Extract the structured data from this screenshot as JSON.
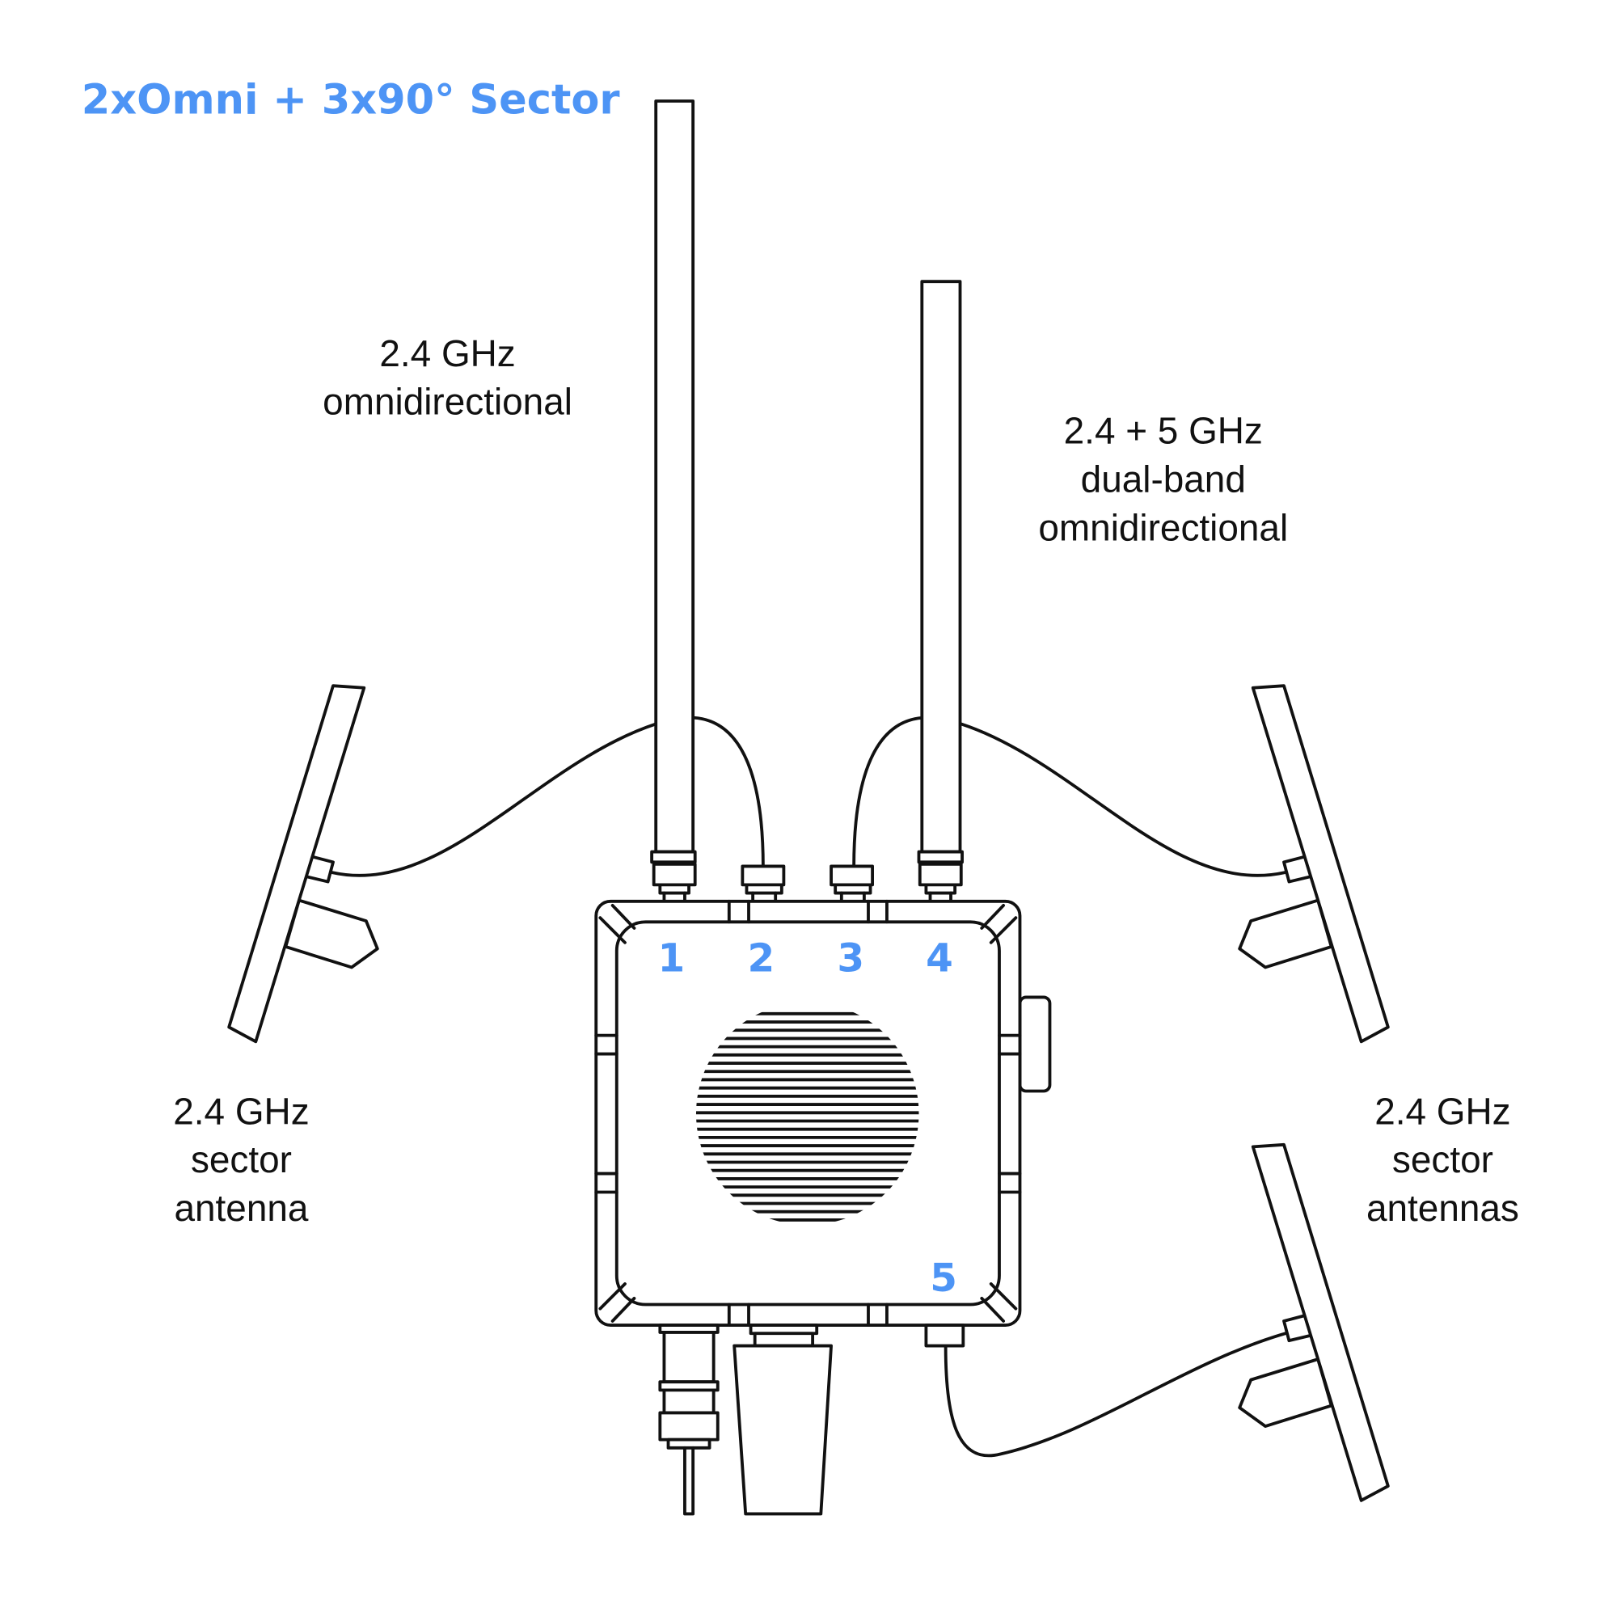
{
  "title": "2xOmni + 3x90° Sector",
  "accent_color": "#4D94F5",
  "labels": {
    "omni_24": [
      "2.4 GHz",
      "omnidirectional"
    ],
    "omni_dual": [
      "2.4 + 5 GHz",
      "dual-band",
      "omnidirectional"
    ],
    "sector_left": [
      "2.4 GHz",
      "sector",
      "antenna"
    ],
    "sector_right": [
      "2.4 GHz",
      "sector",
      "antennas"
    ]
  },
  "ports": [
    "1",
    "2",
    "3",
    "4",
    "5"
  ]
}
